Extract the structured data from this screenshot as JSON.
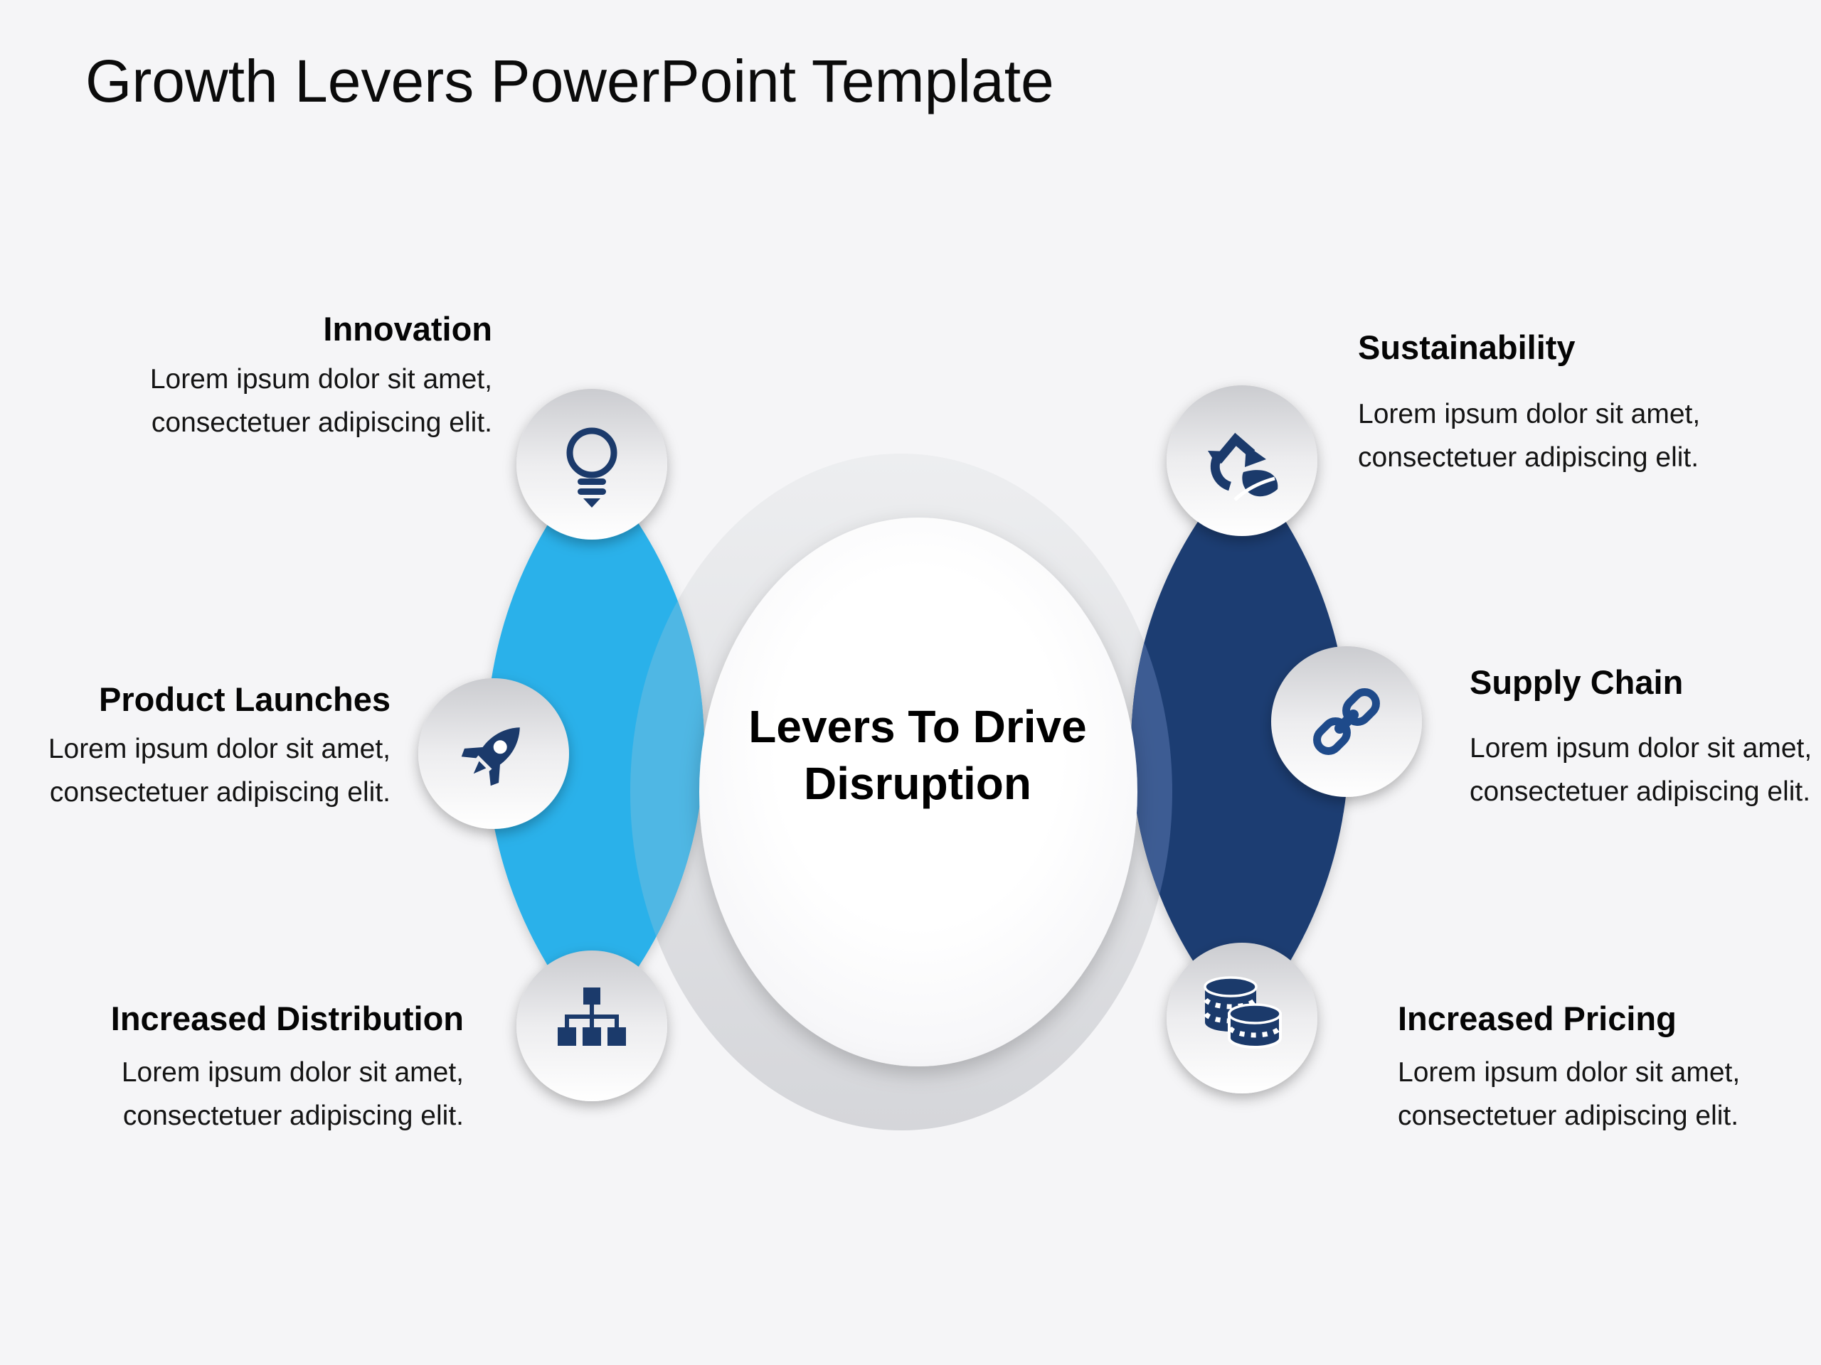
{
  "slide": {
    "title": "Growth Levers PowerPoint Template",
    "center": {
      "line1": "Levers To Drive",
      "line2": "Disruption"
    }
  },
  "items": [
    {
      "label": "Innovation",
      "description": "Lorem ipsum dolor sit amet, consectetuer adipiscing elit.",
      "icon": "lightbulb-icon",
      "side": "left"
    },
    {
      "label": "Product Launches",
      "description": "Lorem ipsum dolor sit amet, consectetuer adipiscing elit.",
      "icon": "rocket-icon",
      "side": "left"
    },
    {
      "label": "Increased Distribution",
      "description": "Lorem ipsum dolor sit amet, consectetuer adipiscing elit.",
      "icon": "sitemap-icon",
      "side": "left"
    },
    {
      "label": "Sustainability",
      "description": "Lorem ipsum dolor sit amet, consectetuer adipiscing elit.",
      "icon": "recycle-leaf-icon",
      "side": "right"
    },
    {
      "label": "Supply Chain",
      "description": "Lorem ipsum dolor sit amet, consectetuer adipiscing elit.",
      "icon": "chain-link-icon",
      "side": "right"
    },
    {
      "label": "Increased Pricing",
      "description": "Lorem ipsum dolor sit amet, consectetuer adipiscing elit.",
      "icon": "coins-icon",
      "side": "right"
    }
  ],
  "colors": {
    "bg": "#F5F5F7",
    "title": "#0B0B0B",
    "head": "#050505",
    "body": "#141414",
    "lblue": "#29B1EA",
    "lblue-in": "#4FB7E4",
    "navy": "#1F3E72",
    "navy-in": "#3D5C93",
    "icon": "#1B3A6B",
    "chain": "#1E4A8A"
  }
}
